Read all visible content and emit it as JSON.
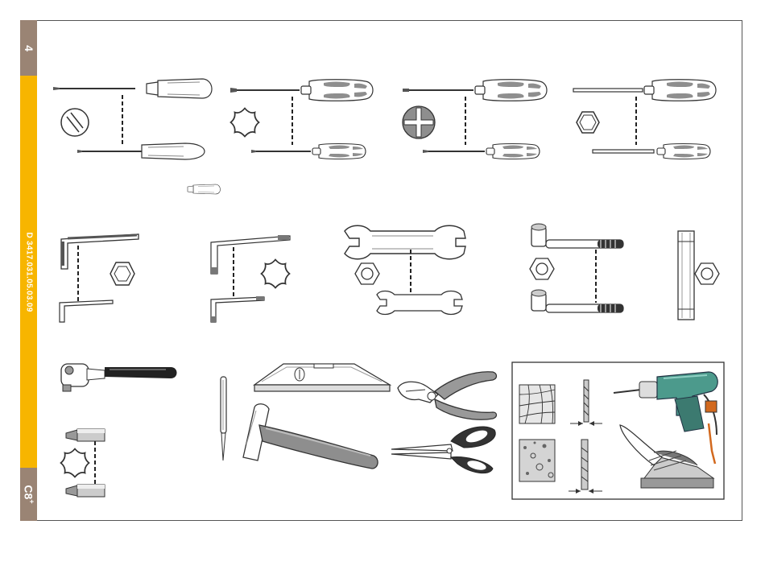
{
  "sidebar": {
    "page_number": "4",
    "document_code": "D 3417.031.05.03.09",
    "model": "C8",
    "model_sup": "+"
  },
  "colors": {
    "sidebar_brown": "#9a8474",
    "sidebar_yellow": "#f7b500",
    "tool_grey": "#8e8e8e",
    "drill_green": "#4c9a8c",
    "handle_orange": "#d2691e"
  },
  "tools": [
    "slotted-screwdriver",
    "torx-screwdriver",
    "phillips-screwdriver",
    "hex-screwdriver",
    "hex-allen-key",
    "torx-allen-key",
    "open-end-spanner",
    "socket-t-wrench",
    "tube-box-spanner",
    "ratchet-handle",
    "torx-bit",
    "scriber",
    "spirit-level",
    "hammer",
    "side-cutter-pliers",
    "scissors",
    "hammer-drill",
    "masonry-wall",
    "drill-bit",
    "drill-stand"
  ]
}
